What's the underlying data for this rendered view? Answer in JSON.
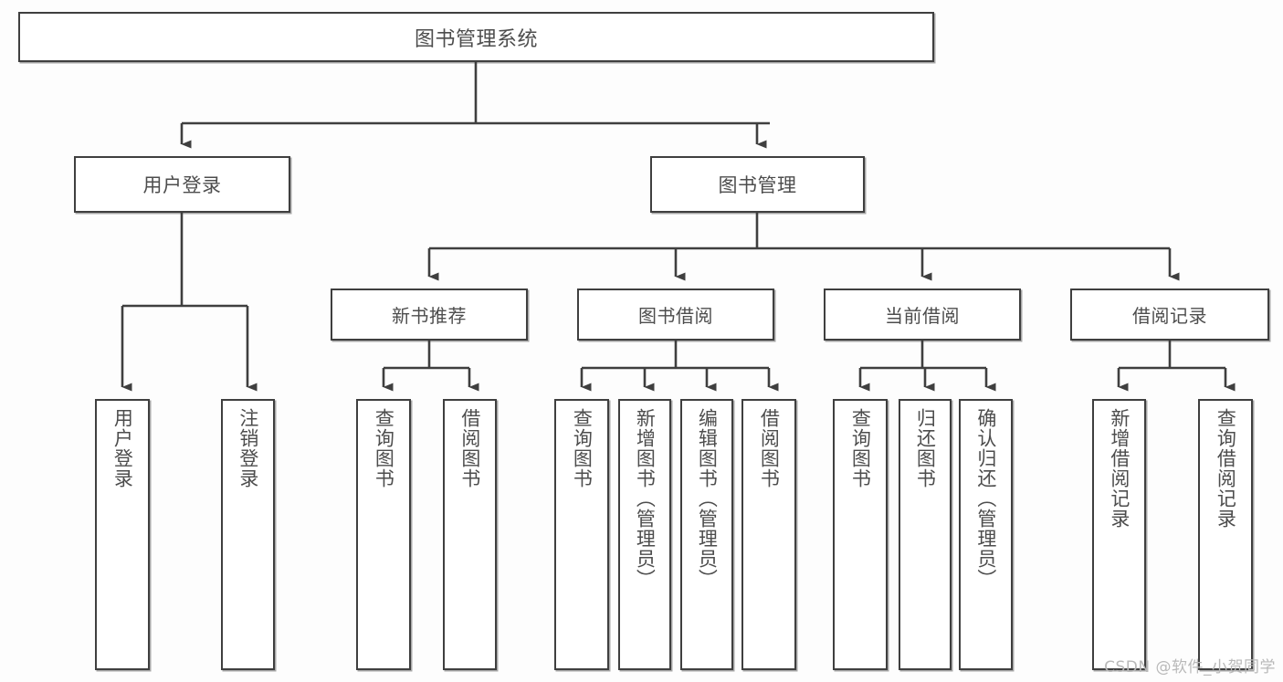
{
  "diagram": {
    "type": "tree",
    "title": "图书管理系统",
    "watermark": "CSDN @软件_小贺同学",
    "colors": {
      "background": "#fdfdfd",
      "box_fill": "#ffffff",
      "stroke": "#3f3f3f",
      "text": "#4d4d4d",
      "watermark": "#b9b9b9"
    },
    "nodes": {
      "root": {
        "label": "图书管理系统"
      },
      "level1": [
        {
          "label": "用户登录"
        },
        {
          "label": "图书管理"
        }
      ],
      "level2": [
        {
          "label": "新书推荐"
        },
        {
          "label": "图书借阅"
        },
        {
          "label": "当前借阅"
        },
        {
          "label": "借阅记录"
        }
      ],
      "leaves": {
        "user_login": [
          {
            "label": "用户登录"
          },
          {
            "label": "注销登录"
          }
        ],
        "new_book": [
          {
            "label": "查询图书"
          },
          {
            "label": "借阅图书"
          }
        ],
        "book_borrow": [
          {
            "label": "查询图书"
          },
          {
            "label": "新增图书（管理员）"
          },
          {
            "label": "编辑图书（管理员）"
          },
          {
            "label": "借阅图书"
          }
        ],
        "current_borrow": [
          {
            "label": "查询图书"
          },
          {
            "label": "归还图书"
          },
          {
            "label": "确认归还（管理员）"
          }
        ],
        "borrow_record": [
          {
            "label": "新增借阅记录"
          },
          {
            "label": "查询借阅记录"
          }
        ]
      }
    }
  }
}
